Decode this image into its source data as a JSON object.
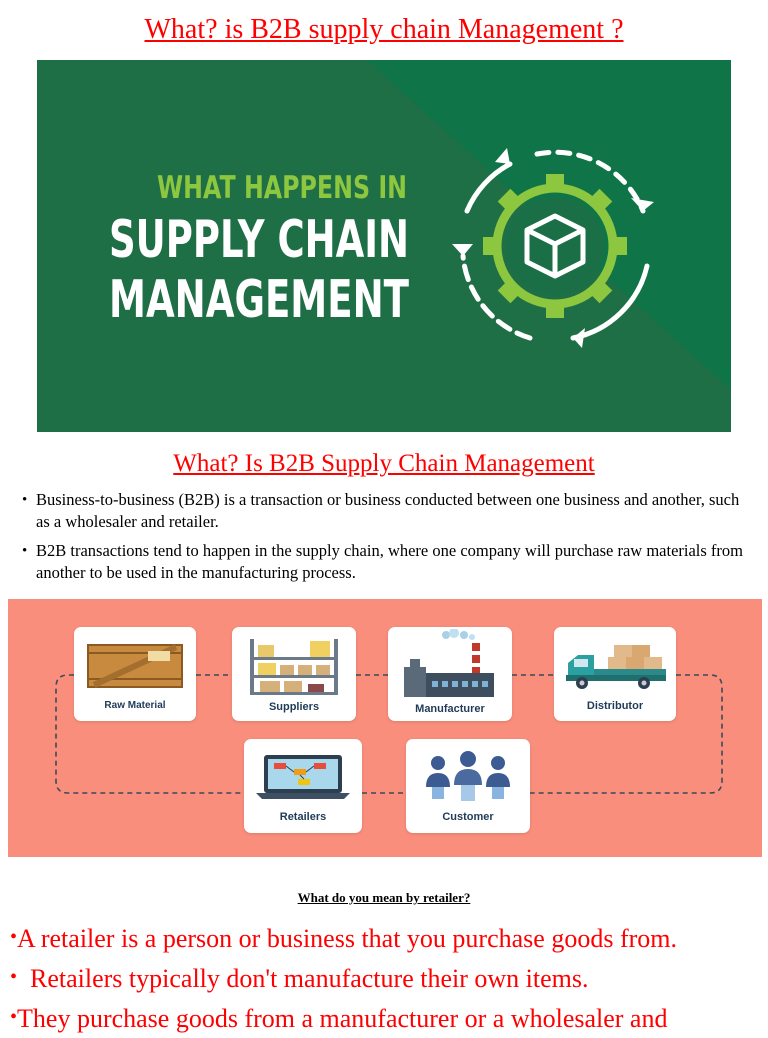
{
  "title": "What? is B2B supply chain Management ?",
  "banner": {
    "line1": "WHAT HAPPENS IN",
    "line2": "SUPPLY CHAIN",
    "line3": "MANAGEMENT",
    "icon": "gear-cycle-box-icon",
    "colors": {
      "bg_dark": "#1c6b44",
      "bg_light": "#22784c",
      "accent": "#8dc63f",
      "text": "#ffffff"
    }
  },
  "subtitle": "What? Is B2B Supply Chain Management",
  "bullets": [
    "Business-to-business (B2B) is a transaction or business conducted between one business and another, such as a wholesaler and retailer.",
    "B2B transactions tend to happen in the supply chain, where one company will purchase raw materials from another to be used in the manufacturing process."
  ],
  "flow": {
    "background": "#fa8e7c",
    "stages": [
      {
        "label": "Raw Material",
        "icon": "wooden-crate-icon"
      },
      {
        "label": "Suppliers",
        "icon": "warehouse-shelf-icon"
      },
      {
        "label": "Manufacturer",
        "icon": "factory-icon"
      },
      {
        "label": "Distributor",
        "icon": "delivery-truck-icon"
      },
      {
        "label": "Retailers",
        "icon": "laptop-store-icon"
      },
      {
        "label": "Customer",
        "icon": "people-group-icon"
      }
    ]
  },
  "question": "What do you mean by retailer?",
  "red_points": [
    "A retailer is a person or business that you purchase goods from.",
    "Retailers typically don't manufacture their own items.",
    "They purchase goods from a manufacturer or a wholesaler and"
  ],
  "colors": {
    "heading": "#ff0000"
  }
}
